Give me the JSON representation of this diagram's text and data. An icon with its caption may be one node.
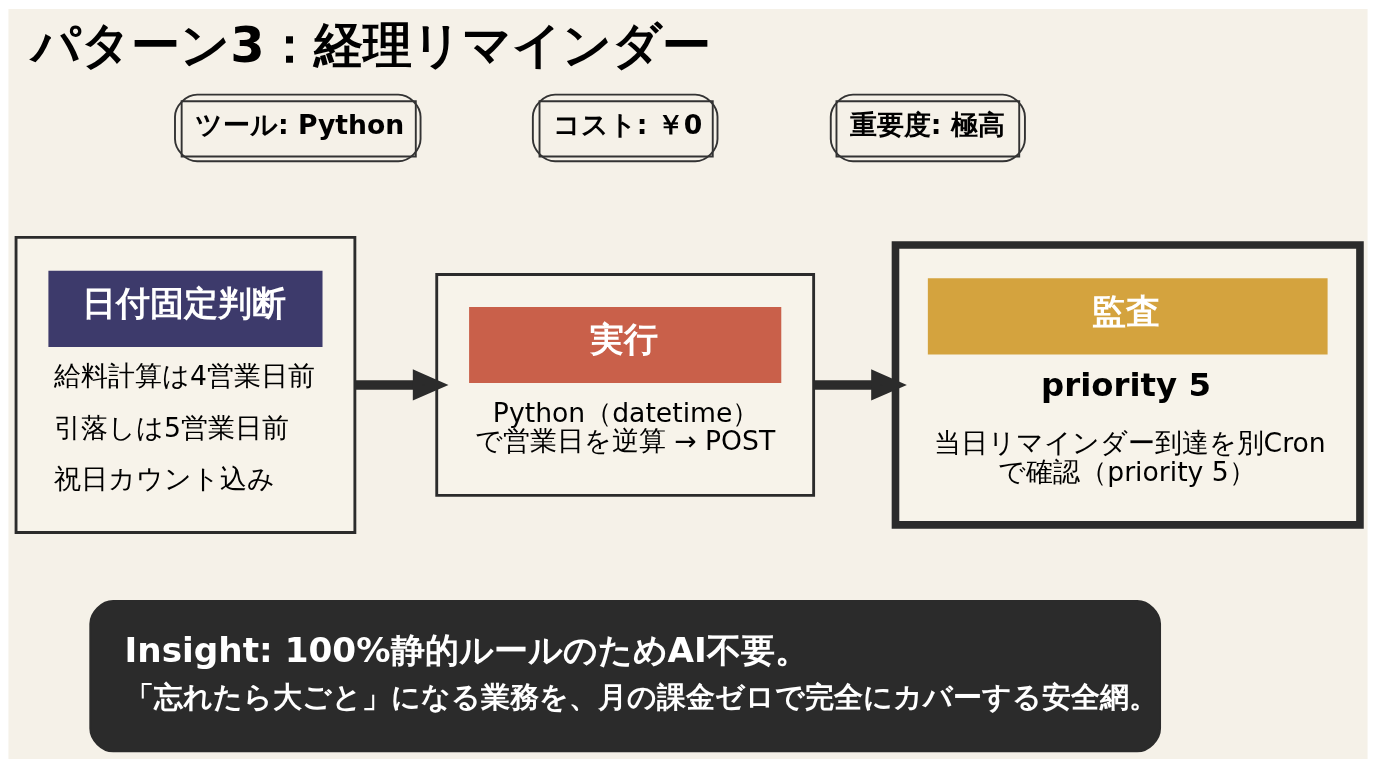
{
  "diagram": {
    "title": "パターン3：経理リマインダー",
    "nodes": [
      {
        "text": [
          "日付固定判断",
          "給料計算は4営業日前",
          "引落しは5営業日前",
          "祝日カウント込み"
        ]
      },
      {
        "text": [
          "実行",
          "Python（datetime）で営業日を逆算 → POST"
        ]
      },
      {
        "text": [
          "監査",
          "priority 5",
          "当日リマインダー到達を別Cronで確認（priority 5）"
        ]
      },
      {
        "text": [
          "Insight: 100%静的ルールのためAI不要。",
          "「忘れたら大ごと」になる業務を、月の課金ゼロで完全にカバーする安全網。"
        ]
      }
    ],
    "edges": [
      {
        "from": 0,
        "to": 1,
        "arrow": "to"
      },
      {
        "from": 1,
        "to": 2,
        "arrow": "to"
      }
    ],
    "labels": [
      "ツール: Python",
      "コスト: ￥0",
      "重要度: 極高"
    ]
  }
}
